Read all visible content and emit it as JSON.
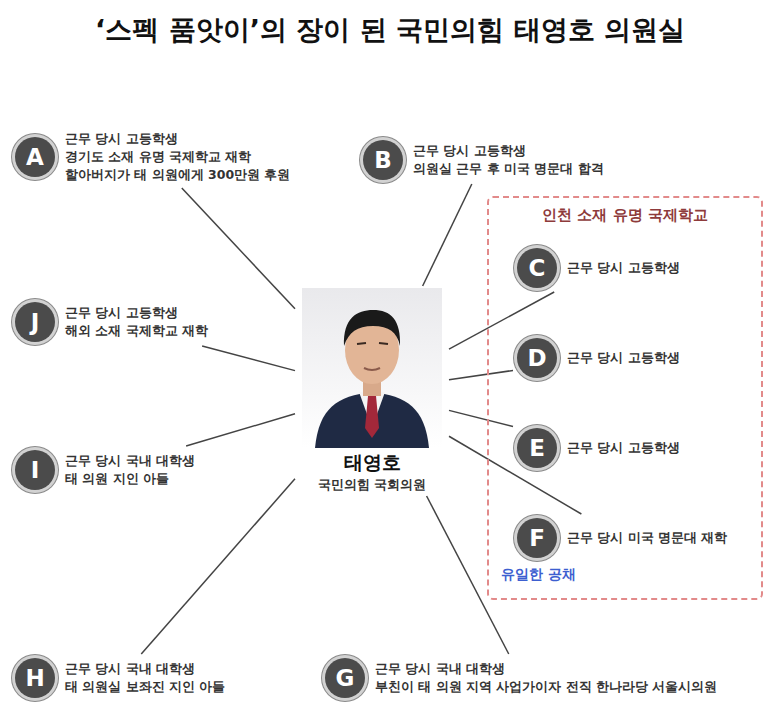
{
  "diagram": {
    "title": "‘스펙 품앗이’의 장이 된 국민의힘 태영호 의원실",
    "nodes": [
      {
        "text": [
          "A",
          "근무 당시 고등학생",
          "경기도 소재 유명 국제학교 재학",
          "할아버지가 태 의원에게 300만원 후원"
        ]
      },
      {
        "text": [
          "B",
          "근무 당시 고등학생",
          "의원실 근무 후 미국 명문대 합격"
        ]
      },
      {
        "text": [
          "인천 소재 유명 국제학교"
        ]
      },
      {
        "text": [
          "C",
          "근무 당시 고등학생"
        ],
        "in": 2
      },
      {
        "text": [
          "D",
          "근무 당시 고등학생"
        ],
        "in": 2
      },
      {
        "text": [
          "E",
          "근무 당시 고등학생"
        ],
        "in": 2
      },
      {
        "text": [
          "F",
          "근무 당시 미국 명문대 재학"
        ],
        "in": 2
      },
      {
        "text": [
          "J",
          "근무 당시 고등학생",
          "해외 소재 국제학교 재학"
        ]
      },
      {
        "text": [
          "태영호",
          "국민의힘 국회의원"
        ]
      },
      {
        "text": [
          "I",
          "근무 당시 국내 대학생",
          "태 의원 지인 아들"
        ]
      },
      {
        "text": [
          "H",
          "근무 당시 국내 대학생",
          "태 의원실 보좌진 지인 아들"
        ]
      },
      {
        "text": [
          "G",
          "근무 당시 국내 대학생",
          "부친이 태 의원 지역 사업가이자 전직 한나라당 서울시의원"
        ]
      }
    ],
    "edges": [
      {
        "from": 8,
        "to": 0,
        "arrow": "none"
      },
      {
        "from": 8,
        "to": 1,
        "arrow": "none"
      },
      {
        "from": 8,
        "to": 3,
        "arrow": "none"
      },
      {
        "from": 8,
        "to": 4,
        "arrow": "none"
      },
      {
        "from": 8,
        "to": 5,
        "arrow": "none"
      },
      {
        "from": 8,
        "to": 6,
        "arrow": "none"
      },
      {
        "from": 8,
        "to": 7,
        "arrow": "none"
      },
      {
        "from": 8,
        "to": 9,
        "arrow": "none"
      },
      {
        "from": 8,
        "to": 10,
        "arrow": "none"
      },
      {
        "from": 8,
        "to": 11,
        "arrow": "none"
      }
    ],
    "labels": [
      "유일한 공채"
    ]
  }
}
